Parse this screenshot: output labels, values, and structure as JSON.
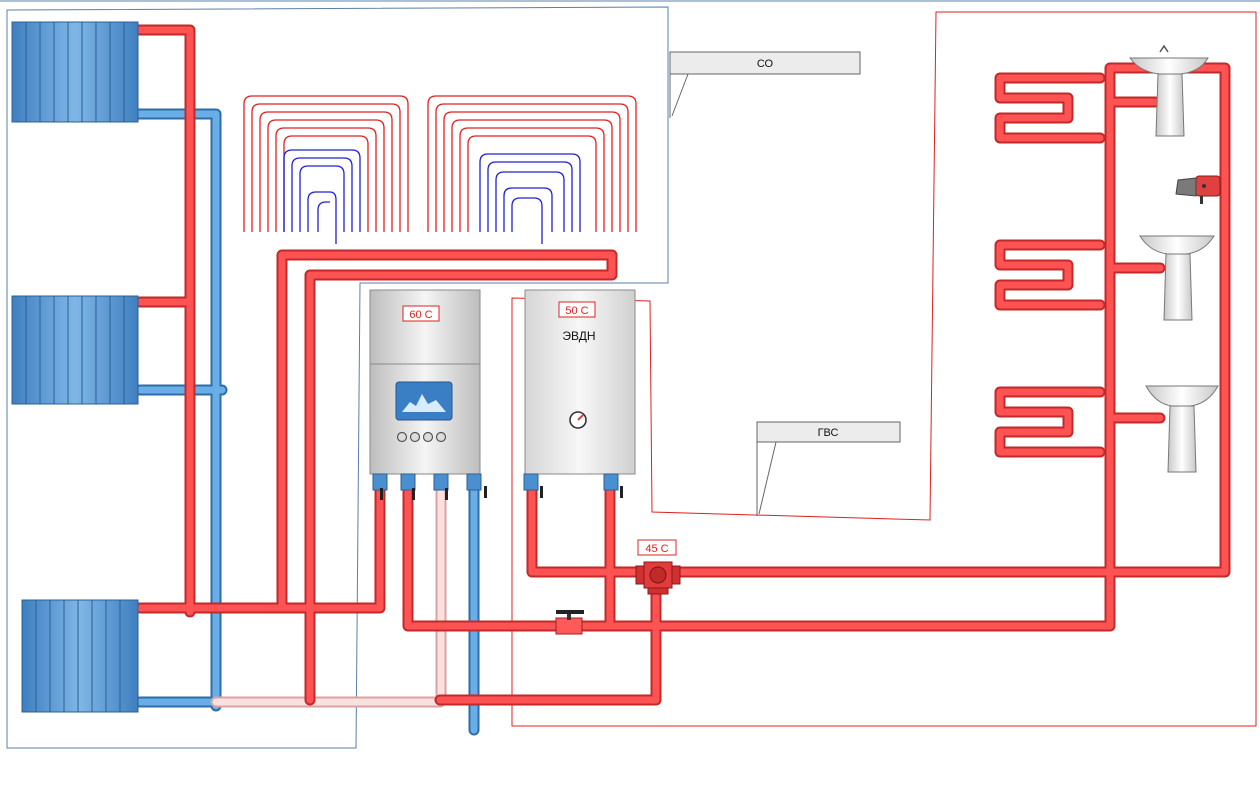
{
  "labels": {
    "heating_callout": "СО",
    "hot_water_callout": "ГВС",
    "heater_name": "ЭВДН",
    "boiler_temp": "60 C",
    "heater_temp": "50 C",
    "mixer_temp": "45 C"
  },
  "icons": {
    "radiator": "radiator-icon",
    "boiler": "gas-boiler-icon",
    "heater": "water-heater-icon",
    "sink": "sink-icon",
    "towel_rail": "towel-rail-icon",
    "shower": "shower-head-icon",
    "valve": "valve-icon",
    "mixer": "mixing-valve-icon",
    "gauge": "thermometer-gauge-icon"
  },
  "colors": {
    "hot_pipe": "#ee3b3b",
    "cold_pipe": "#4a90d0",
    "warm_return": "#f3c7c7",
    "floor_hot_loop": "#e02020",
    "floor_cold_loop": "#2020d0",
    "zone_heating": "#5a7fa8",
    "zone_hot_water": "#e02020"
  }
}
